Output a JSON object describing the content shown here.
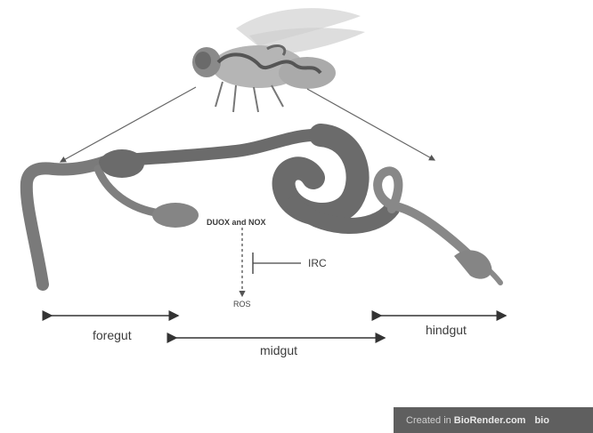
{
  "labels": {
    "duox_nox": "DUOX and NOX",
    "irc": "IRC",
    "ros": "ROS",
    "foregut": "foregut",
    "midgut": "midgut",
    "hindgut": "hindgut"
  },
  "watermark": {
    "prefix": "Created in",
    "brand": "BioRender.com",
    "suffix": "bio"
  },
  "icons": [
    "fly-illustration",
    "gut-illustration"
  ],
  "colors": {
    "gut_fill": "#6b6b6b",
    "gut_light": "#8f8f8f",
    "arrow": "#3a3a3a",
    "badge_bg": "#5f5f5f"
  }
}
